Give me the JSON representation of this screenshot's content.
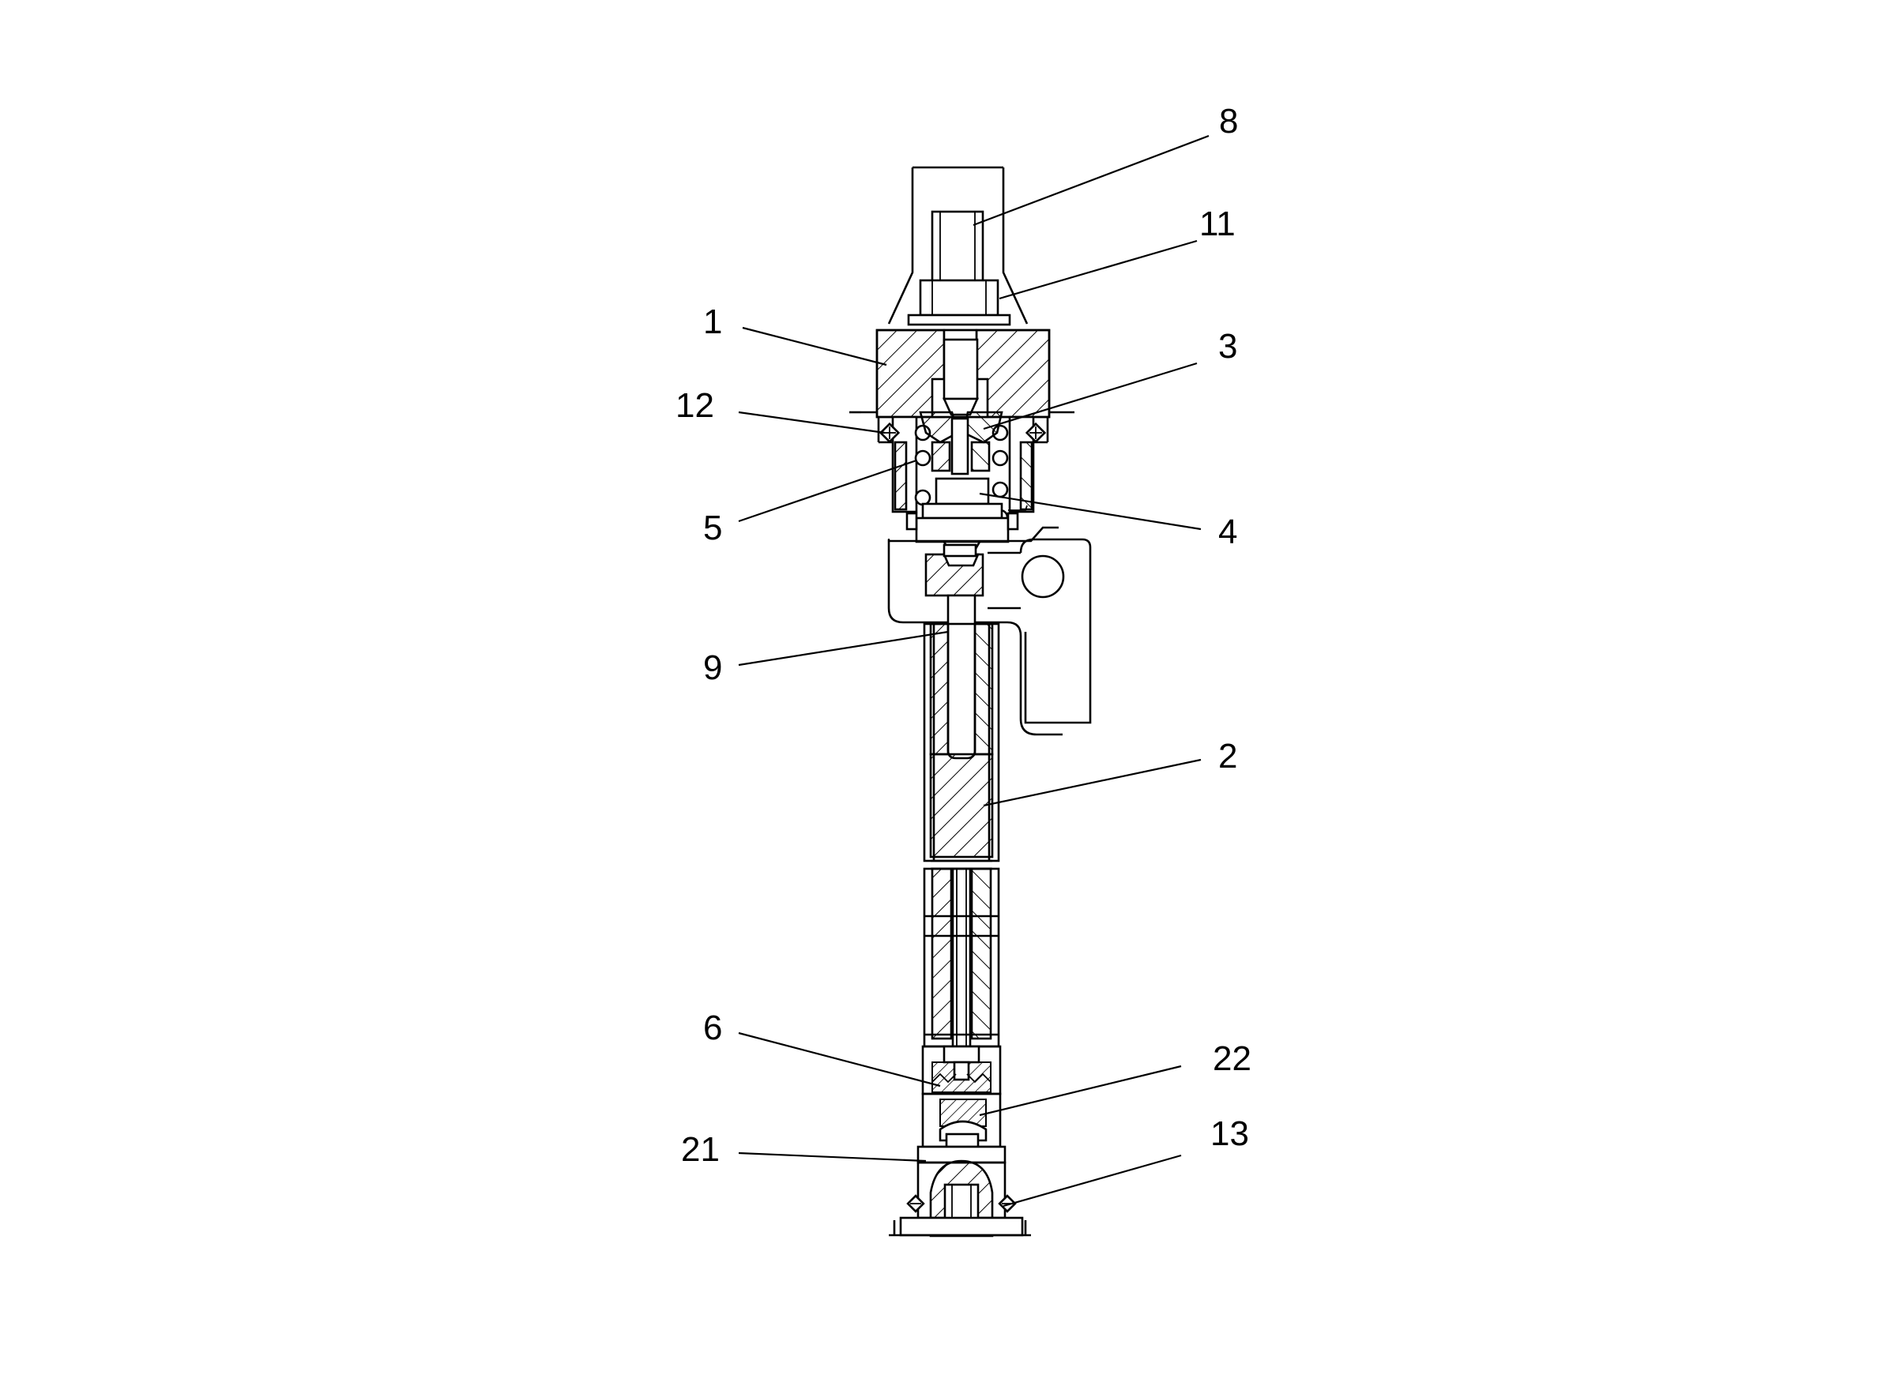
{
  "diagram": {
    "callouts": [
      "8",
      "11",
      "1",
      "3",
      "12",
      "5",
      "4",
      "9",
      "2",
      "6",
      "22",
      "21",
      "13"
    ]
  }
}
